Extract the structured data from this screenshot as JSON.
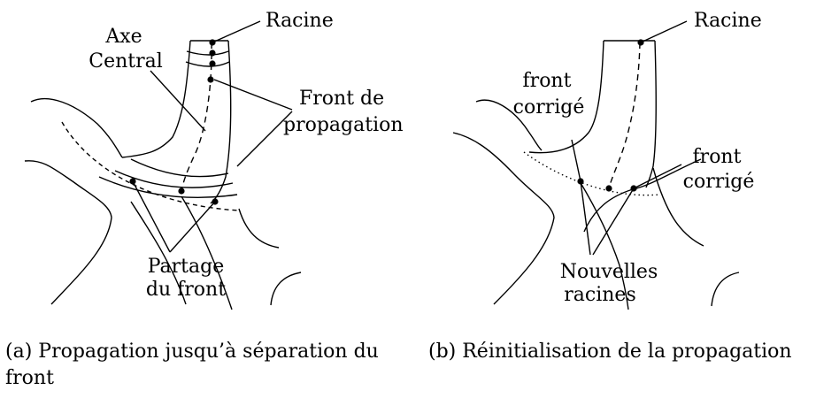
{
  "panel_a": {
    "labels": {
      "racine": "Racine",
      "axe": "Axe",
      "central": "Central",
      "front_de": "Front de",
      "propagation": "propagation",
      "partage": "Partage",
      "du_front": "du front"
    },
    "caption_line1": "(a) Propagation jusqu’à séparation du",
    "caption_line2": "front"
  },
  "panel_b": {
    "labels": {
      "racine": "Racine",
      "front_left": "front",
      "corrige_left": "corrigé",
      "front_right": "front",
      "corrige_right": "corrigé",
      "nouvelles": "Nouvelles",
      "racines": "racines"
    },
    "caption": "(b) Réinitialisation de la propagation"
  }
}
